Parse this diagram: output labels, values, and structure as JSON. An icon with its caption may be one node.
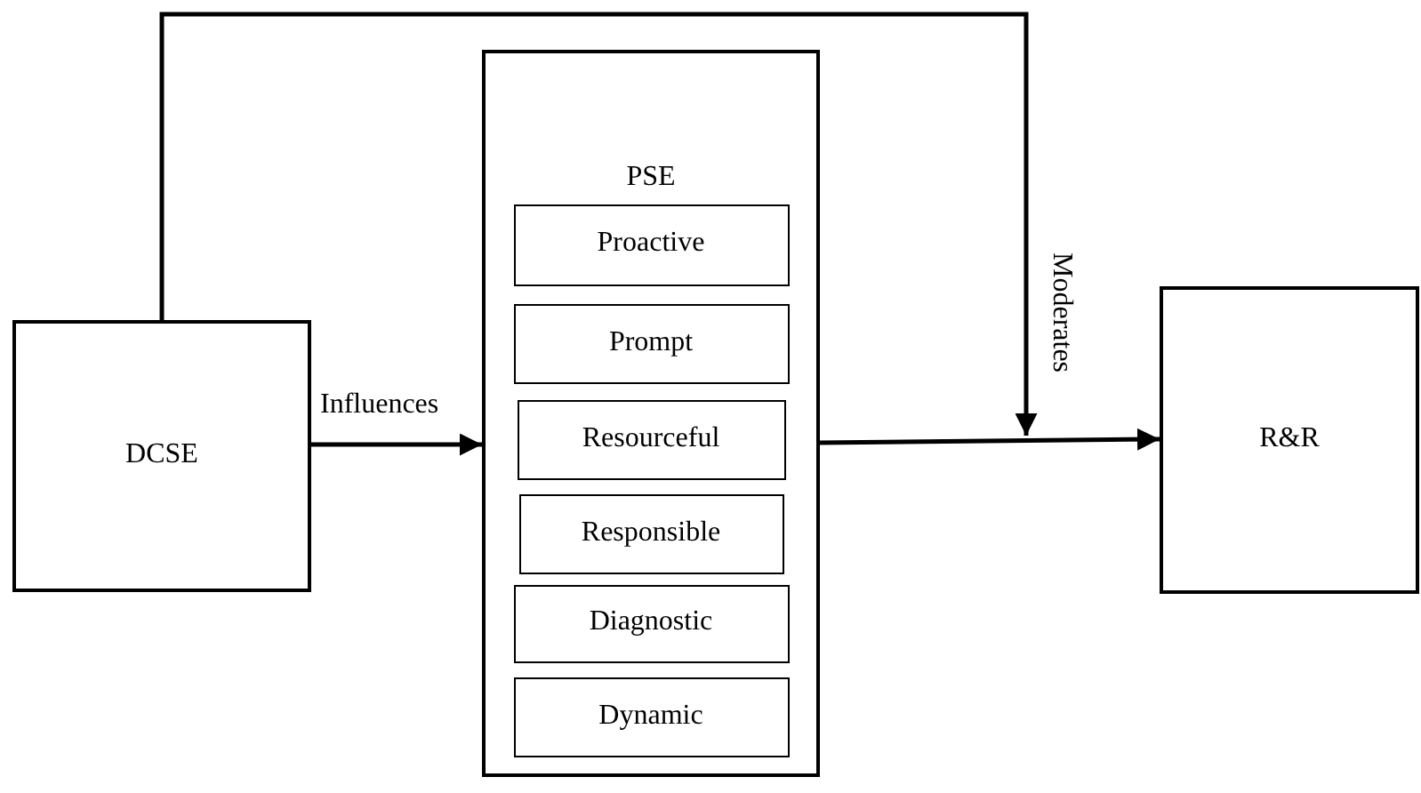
{
  "diagram": {
    "nodes": [
      {
        "text": [
          "DCSE"
        ]
      },
      {
        "text": [
          "PSE"
        ]
      },
      {
        "text": [
          "Proactive"
        ],
        "in": 1
      },
      {
        "text": [
          "Prompt"
        ],
        "in": 1
      },
      {
        "text": [
          "Resourceful"
        ],
        "in": 1
      },
      {
        "text": [
          "Responsible"
        ],
        "in": 1
      },
      {
        "text": [
          "Diagnostic"
        ],
        "in": 1
      },
      {
        "text": [
          "Dynamic"
        ],
        "in": 1
      },
      {
        "text": [
          "R&R"
        ]
      }
    ],
    "edges": [
      {
        "from": 0,
        "to": 1,
        "arrow": "to",
        "label": "Influences"
      },
      {
        "from": 1,
        "to": 8,
        "arrow": "to"
      },
      {
        "from": 0,
        "to": null,
        "arrow": "to",
        "label": "Moderates"
      }
    ]
  }
}
